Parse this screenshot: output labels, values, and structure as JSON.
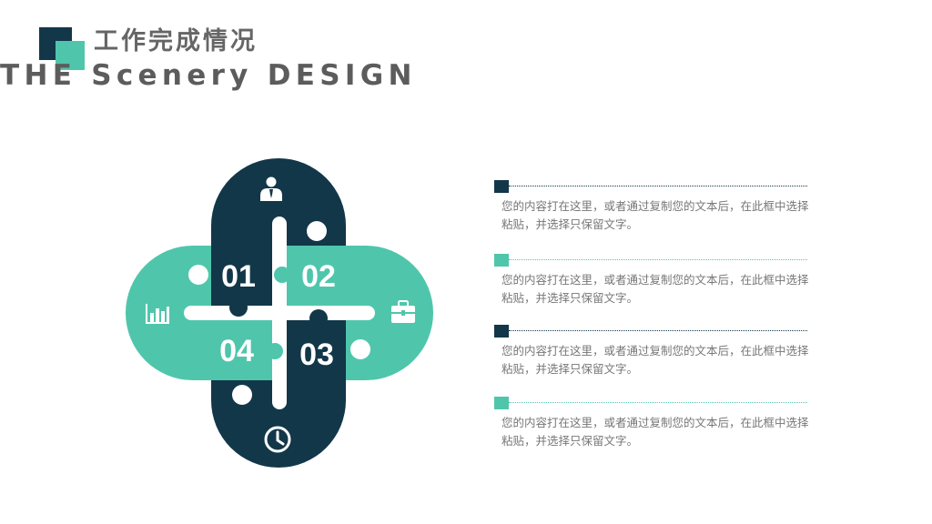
{
  "header": {
    "title": "工作完成情况",
    "subtitle": "THE Scenery DESIGN"
  },
  "colors": {
    "dark": "#123749",
    "teal": "#4fc6ab",
    "text": "#777777",
    "title": "#666666"
  },
  "puzzle": {
    "numbers": [
      "01",
      "02",
      "03",
      "04"
    ],
    "icons": [
      "user-icon",
      "briefcase-icon",
      "clock-icon",
      "bar-chart-icon"
    ]
  },
  "items": [
    {
      "text": "您的内容打在这里，或者通过复制您的文本后，在此框中选择粘贴，并选择只保留文字。",
      "color": "#123749"
    },
    {
      "text": "您的内容打在这里，或者通过复制您的文本后，在此框中选择粘贴，并选择只保留文字。",
      "color": "#4fc6ab"
    },
    {
      "text": "您的内容打在这里，或者通过复制您的文本后，在此框中选择粘贴，并选择只保留文字。",
      "color": "#123749"
    },
    {
      "text": "您的内容打在这里，或者通过复制您的文本后，在此框中选择粘贴，并选择只保留文字。",
      "color": "#4fc6ab"
    }
  ]
}
